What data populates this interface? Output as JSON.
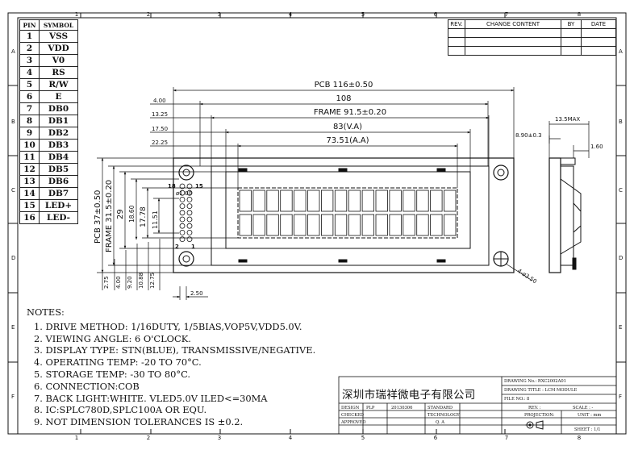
{
  "border": {
    "columns": [
      "1",
      "2",
      "3",
      "4",
      "5",
      "6",
      "7",
      "8"
    ],
    "rows": [
      "A",
      "B",
      "C",
      "D",
      "E",
      "F"
    ]
  },
  "pin_table": {
    "headers": [
      "PIN",
      "SYMBOL"
    ],
    "rows": [
      {
        "pin": "1",
        "symbol": "VSS"
      },
      {
        "pin": "2",
        "symbol": "VDD"
      },
      {
        "pin": "3",
        "symbol": "V0"
      },
      {
        "pin": "4",
        "symbol": "RS"
      },
      {
        "pin": "5",
        "symbol": "R/W"
      },
      {
        "pin": "6",
        "symbol": "E"
      },
      {
        "pin": "7",
        "symbol": "DB0"
      },
      {
        "pin": "8",
        "symbol": "DB1"
      },
      {
        "pin": "9",
        "symbol": "DB2"
      },
      {
        "pin": "10",
        "symbol": "DB3"
      },
      {
        "pin": "11",
        "symbol": "DB4"
      },
      {
        "pin": "12",
        "symbol": "DB5"
      },
      {
        "pin": "13",
        "symbol": "DB6"
      },
      {
        "pin": "14",
        "symbol": "DB7"
      },
      {
        "pin": "15",
        "symbol": "LED+"
      },
      {
        "pin": "16",
        "symbol": "LED-"
      }
    ]
  },
  "revision_table": {
    "headers": {
      "rev": "REV.",
      "content": "CHANGE CONTENT",
      "by": "BY",
      "date": "DATE"
    }
  },
  "dimensions": {
    "pcb_width": "PCB 116±0.50",
    "outer_108": "108",
    "frame_width": "FRAME 91.5±0.20",
    "va_width": "83(V.A)",
    "aa_width": "73.51(A.A)",
    "offset_1": "4.00",
    "offset_2": "13.25",
    "offset_3": "17.50",
    "offset_4": "22.25",
    "pcb_height": "PCB 37±0.50",
    "frame_height": "FRAME 31.5±0.20",
    "h_29": "29",
    "h_18_60": "18.60",
    "h_17_78": "17.78",
    "h_11_51": "11.51",
    "pin_dia": "ø1.00",
    "pin_18": "18",
    "pin_15": "15",
    "pin_2": "2",
    "pin_1": "1",
    "b_2_75": "2.75",
    "b_4_00": "4.00",
    "b_9_20": "9.20",
    "b_10_88": "10.88",
    "b_12_75": "12.75",
    "pitch": "2.50",
    "hole": "4-ø3.50",
    "side_max": "13.5MAX",
    "side_890": "8.90±0.3",
    "side_160": "1.60"
  },
  "notes": {
    "title": "NOTES:",
    "items": [
      "1. DRIVE METHOD: 1/16DUTY, 1/5BIAS,VOP5V,VDD5.0V.",
      "2. VIEWING ANGLE: 6 O'CLOCK.",
      "3. DISPLAY TYPE: STN(BLUE), TRANSMISSIVE/NEGATIVE.",
      "4. OPERATING TEMP: -20 TO 70°C.",
      "5. STORAGE TEMP: -30 TO 80°C.",
      "6. CONNECTION:COB",
      "7. BACK LIGHT:WHITE. VLED5.0V ILED<=30MA",
      "8. IC:SPLC780D,SPLC100A OR EQU.",
      "9. NOT DIMENSION TOLERANCES IS ±0.2."
    ]
  },
  "title_block": {
    "company": "深圳市瑞祥微电子有限公司",
    "drawing_no": "DRAWING No.: RXC2002A01",
    "drawing_title": "DRAWING TITLE : LCM MODULE",
    "file_no": "FILE NO.: 8",
    "design": "DESIGN",
    "designer": "PLP",
    "date": "20130306",
    "standard": "STANDARD",
    "checked": "CHECKED",
    "technology": "TECHNOLOGY",
    "approved": "APPROVED",
    "qa": "Q. A",
    "rev": "REV. :",
    "scale": "SCALE : -",
    "projection": "PROJECTION:",
    "unit": "UNIT : mm",
    "sheet": "SHEET : 1/1"
  }
}
